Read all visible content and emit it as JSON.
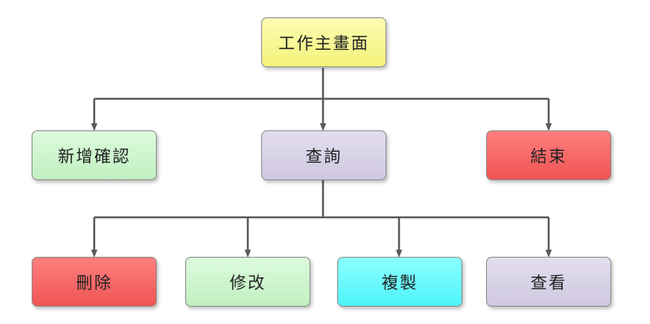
{
  "root": {
    "label": "工作主畫面",
    "color": "#f8f894"
  },
  "level1": [
    {
      "label": "新增確認",
      "color": "#ccf5cc"
    },
    {
      "label": "查詢",
      "color": "#d6d0e6"
    },
    {
      "label": "結束",
      "color": "#f76464"
    }
  ],
  "level2": [
    {
      "label": "刪除",
      "color": "#f76464"
    },
    {
      "label": "修改",
      "color": "#ccf5cc"
    },
    {
      "label": "複製",
      "color": "#66fbfd"
    },
    {
      "label": "查看",
      "color": "#d6d0e6"
    }
  ]
}
